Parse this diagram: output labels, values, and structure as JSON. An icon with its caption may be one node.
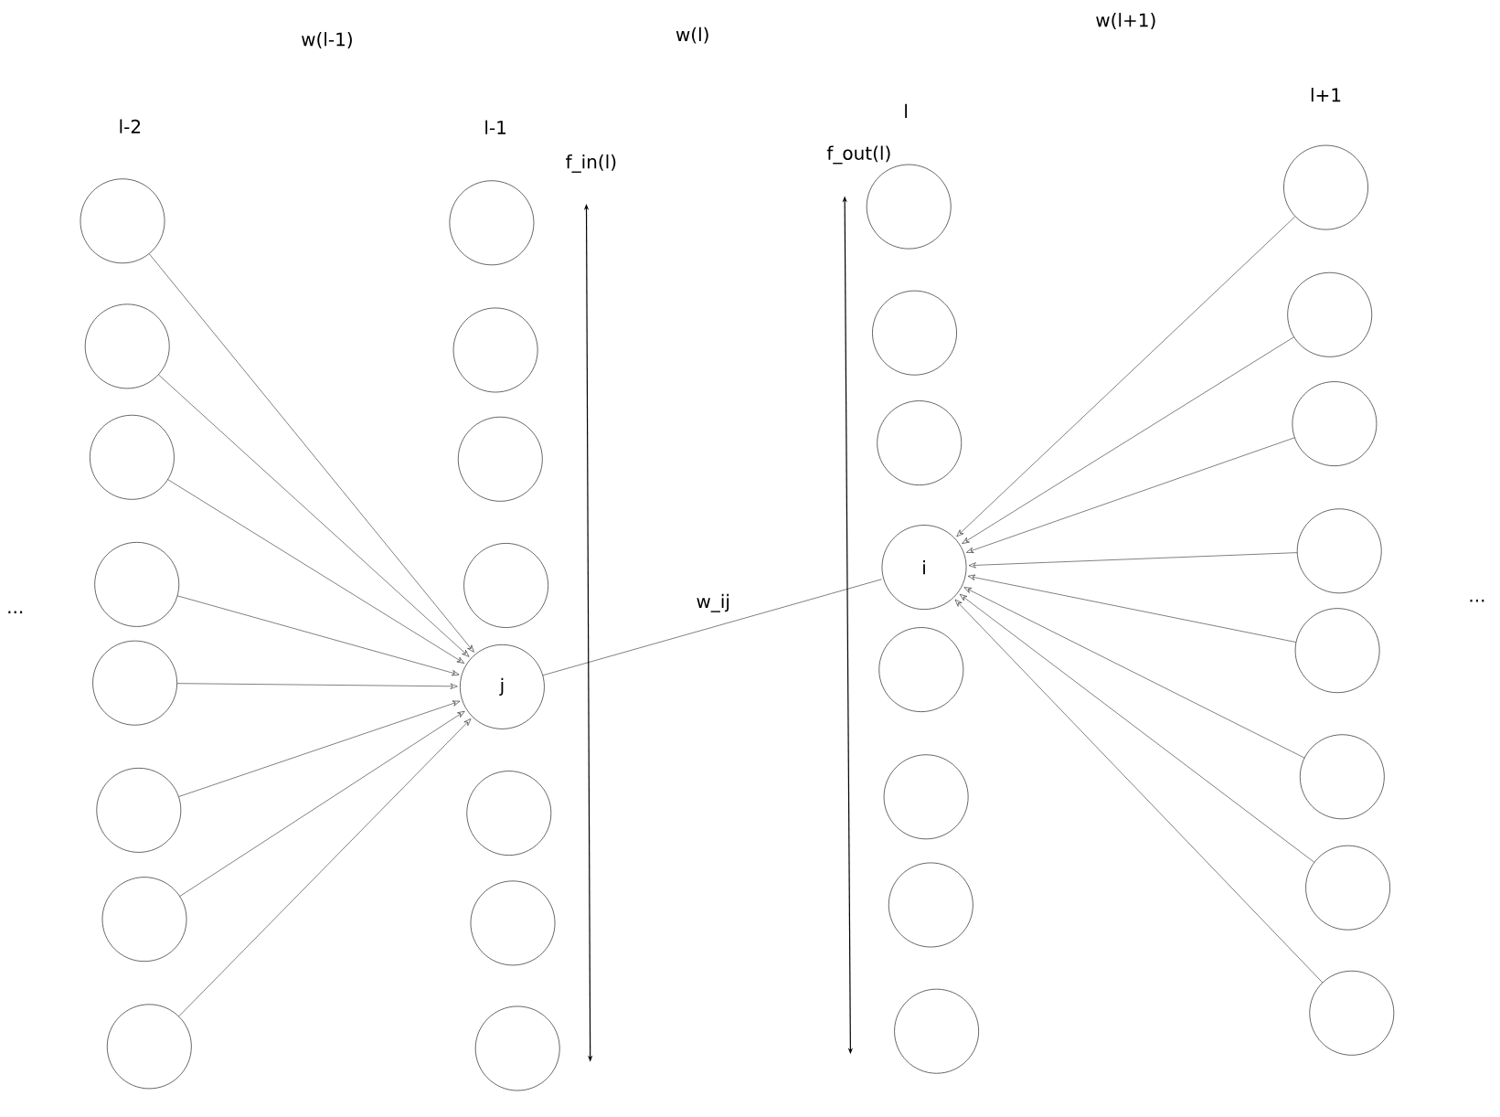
{
  "diagram": {
    "nodes": [
      {
        "text": [],
        "shape": "circle"
      },
      {
        "text": [],
        "shape": "circle"
      },
      {
        "text": [],
        "shape": "circle"
      },
      {
        "text": [],
        "shape": "circle"
      },
      {
        "text": [],
        "shape": "circle"
      },
      {
        "text": [],
        "shape": "circle"
      },
      {
        "text": [],
        "shape": "circle"
      },
      {
        "text": [],
        "shape": "circle"
      },
      {
        "text": [],
        "shape": "circle"
      },
      {
        "text": [],
        "shape": "circle"
      },
      {
        "text": [],
        "shape": "circle"
      },
      {
        "text": [],
        "shape": "circle"
      },
      {
        "text": [
          "j"
        ]
      },
      {
        "text": [],
        "shape": "circle"
      },
      {
        "text": [],
        "shape": "circle"
      },
      {
        "text": [],
        "shape": "circle"
      },
      {
        "text": [],
        "shape": "circle"
      },
      {
        "text": [],
        "shape": "circle"
      },
      {
        "text": [],
        "shape": "circle"
      },
      {
        "text": [
          "i"
        ]
      },
      {
        "text": [],
        "shape": "circle"
      },
      {
        "text": [],
        "shape": "circle"
      },
      {
        "text": [],
        "shape": "circle"
      },
      {
        "text": [],
        "shape": "circle"
      },
      {
        "text": [],
        "shape": "circle"
      },
      {
        "text": [],
        "shape": "circle"
      },
      {
        "text": [],
        "shape": "circle"
      },
      {
        "text": [],
        "shape": "circle"
      },
      {
        "text": [],
        "shape": "circle"
      },
      {
        "text": [],
        "shape": "circle"
      },
      {
        "text": [],
        "shape": "circle"
      },
      {
        "text": [],
        "shape": "circle"
      }
    ],
    "edges": [
      {
        "from": 0,
        "to": 12,
        "arrow": "to"
      },
      {
        "from": 1,
        "to": 12,
        "arrow": "to"
      },
      {
        "from": 2,
        "to": 12,
        "arrow": "to"
      },
      {
        "from": 3,
        "to": 12,
        "arrow": "to"
      },
      {
        "from": 4,
        "to": 12,
        "arrow": "to"
      },
      {
        "from": 5,
        "to": 12,
        "arrow": "to"
      },
      {
        "from": 6,
        "to": 12,
        "arrow": "to"
      },
      {
        "from": 7,
        "to": 12,
        "arrow": "to"
      },
      {
        "from": 12,
        "to": 19,
        "arrow": "none",
        "label": "w_ij"
      },
      {
        "from": 24,
        "to": 19,
        "arrow": "to"
      },
      {
        "from": 25,
        "to": 19,
        "arrow": "to"
      },
      {
        "from": 26,
        "to": 19,
        "arrow": "to"
      },
      {
        "from": 27,
        "to": 19,
        "arrow": "to"
      },
      {
        "from": 28,
        "to": 19,
        "arrow": "to"
      },
      {
        "from": 29,
        "to": 19,
        "arrow": "to"
      },
      {
        "from": 30,
        "to": 19,
        "arrow": "to"
      },
      {
        "from": 31,
        "to": 19,
        "arrow": "to"
      }
    ],
    "labels": [
      "w(l+1)",
      "w(l)",
      "w(l-1)",
      "l+1",
      "l",
      "l-2",
      "l-1",
      "f_out(l)",
      "f_in(l)",
      "...",
      "..."
    ]
  }
}
